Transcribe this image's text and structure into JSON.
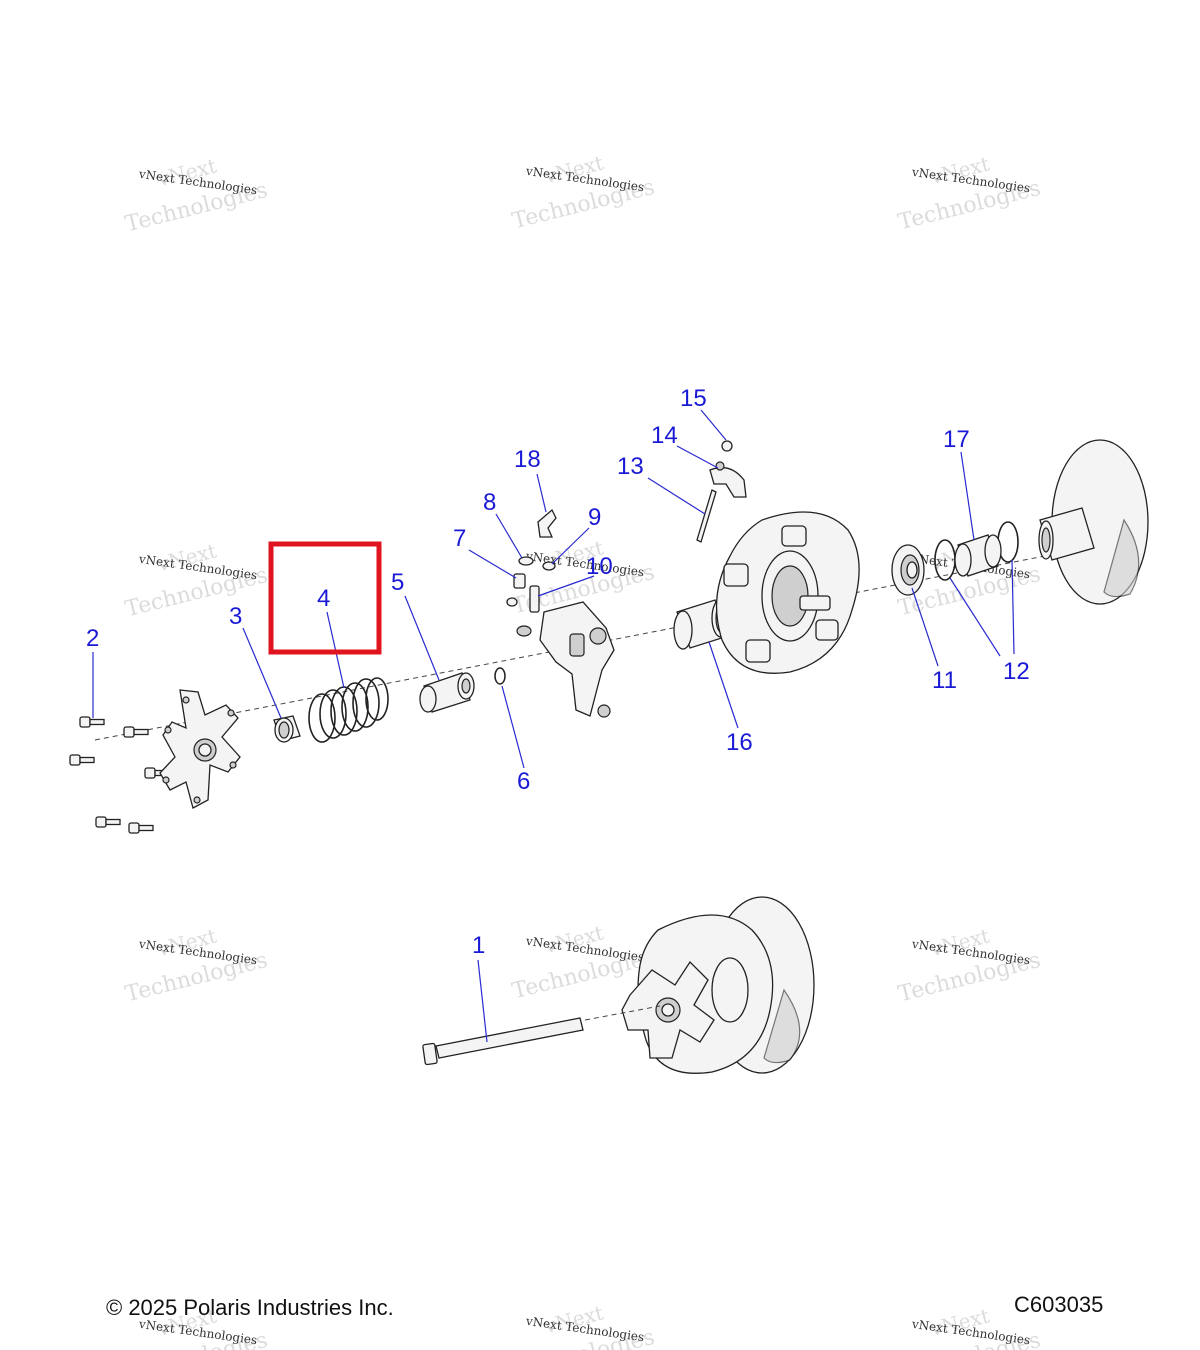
{
  "diagram": {
    "copyright": "© 2025 Polaris Industries Inc.",
    "diagram_code": "C603035",
    "highlighted_callout": "4",
    "highlight_color": "#e0141e",
    "callout_color": "#1a1ad6",
    "callouts": {
      "c1": "1",
      "c2": "2",
      "c3": "3",
      "c4": "4",
      "c5": "5",
      "c6": "6",
      "c7": "7",
      "c8": "8",
      "c9": "9",
      "c10": "10",
      "c11": "11",
      "c12": "12",
      "c13": "13",
      "c14": "14",
      "c15": "15",
      "c16": "16",
      "c17": "17",
      "c18": "18"
    }
  },
  "watermark": {
    "line1": "vNext Technologies",
    "line2": "vNext",
    "line3": "Technologies"
  }
}
